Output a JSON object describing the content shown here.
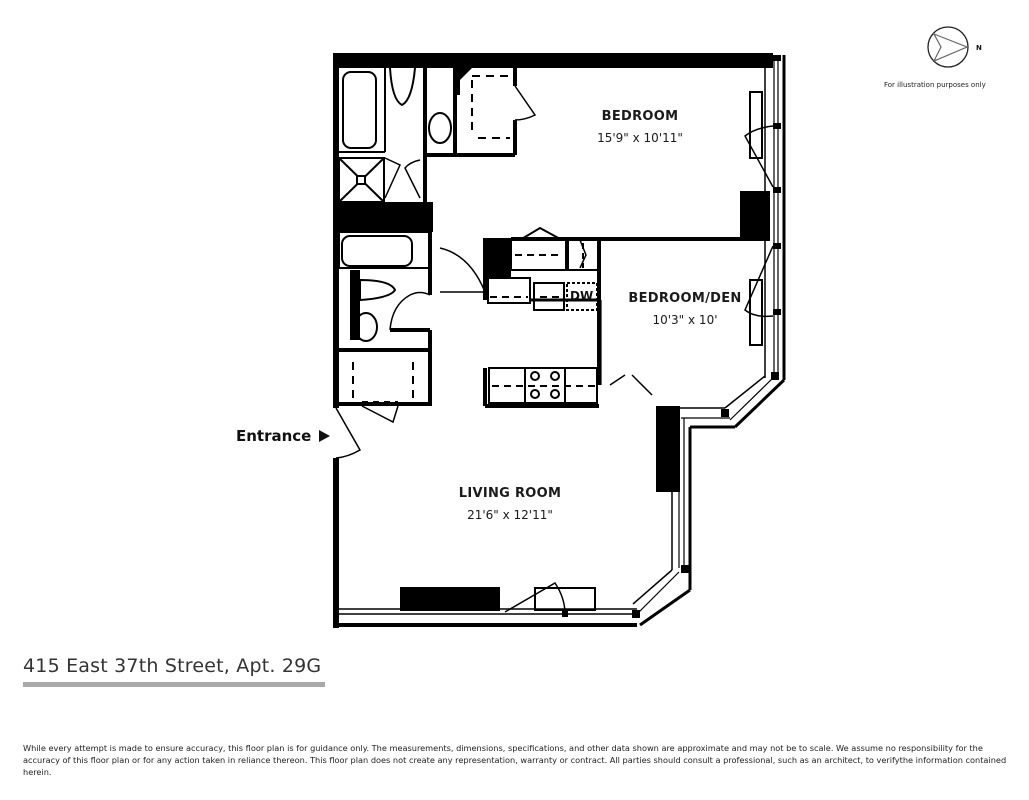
{
  "floorplan": {
    "address": "415 East 37th Street, Apt. 29G",
    "illustration_note": "For illustration purposes only",
    "compass": {
      "label": "N",
      "icon": "north-arrow-icon",
      "direction": "right"
    },
    "entrance_label": "Entrance",
    "rooms": [
      {
        "name": "BEDROOM",
        "dimensions": "15'9\" x 10'11\""
      },
      {
        "name": "BEDROOM/DEN",
        "dimensions": "10'3\" x 10'"
      },
      {
        "name": "LIVING ROOM",
        "dimensions": "21'6\" x 12'11\""
      }
    ],
    "appliances": {
      "dishwasher": "DW"
    },
    "disclaimer": "While every attempt is made to ensure accuracy, this floor plan is for guidance only. The measurements, dimensions, specifications, and other data shown are approximate and may not be to scale.  We assume no responsibility for the accuracy of this floor plan or for any action taken in reliance thereon. This floor plan does not create any representation, warranty or contract. All parties should consult a professional, such as an architect, to verifythe information contained herein.",
    "colors": {
      "wall": "#000000",
      "underline": "#a9a9a9",
      "text": "#333333"
    }
  }
}
